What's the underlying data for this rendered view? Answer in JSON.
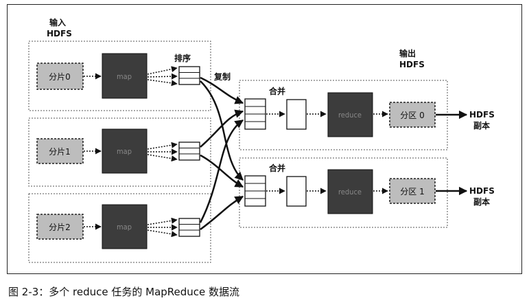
{
  "diagram": {
    "input_label_line1": "输入",
    "input_label_line2": "HDFS",
    "output_label_line1": "输出",
    "output_label_line2": "HDFS",
    "sort_label": "排序",
    "copy_label": "复制",
    "merge_label": "合并",
    "map_label": "map",
    "reduce_label": "reduce",
    "splits": [
      "分片0",
      "分片1",
      "分片2"
    ],
    "partitions": [
      "分区 0",
      "分区 1"
    ],
    "replica_line1": "HDFS",
    "replica_line2": "副本"
  },
  "caption": "图 2-3：多个 reduce 任务的 MapReduce 数据流"
}
